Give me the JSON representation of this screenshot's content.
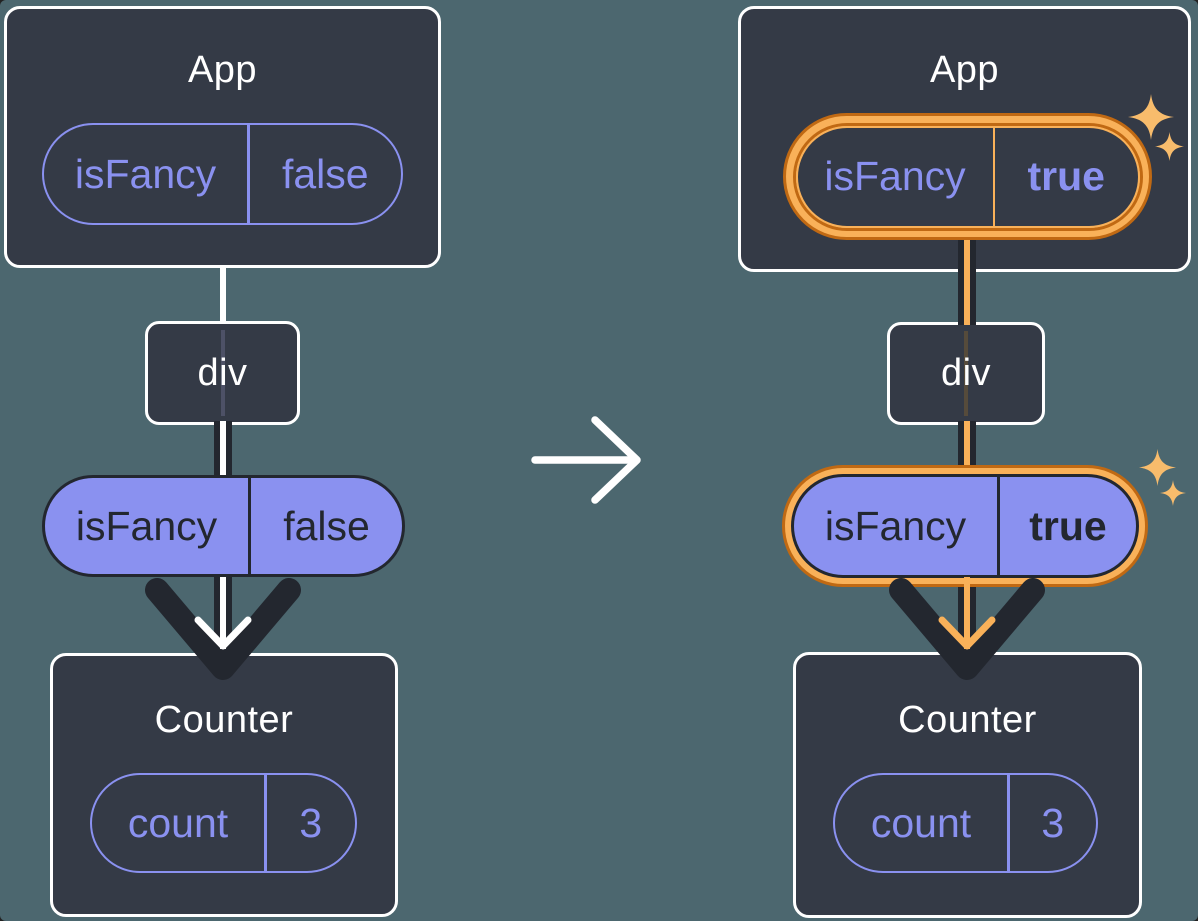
{
  "colors": {
    "background": "#4C676F",
    "box_fill": "#343A46",
    "white": "#FFFFFF",
    "dark": "#23272F",
    "purple": "#8A91F0",
    "orange_light": "#F9B159",
    "orange_dark": "#C06913",
    "sparkle": "#F8BC6C",
    "faint_purple": "#4D5166",
    "faint_brown": "#564B3B"
  },
  "icons": {
    "transition": "right-arrow-icon",
    "flow": "down-arrow-icon",
    "highlight": "sparkle-icon"
  },
  "trees": [
    {
      "side": "before",
      "app": {
        "title": "App",
        "state": {
          "name": "isFancy",
          "value": "false"
        }
      },
      "div_node": {
        "label": "div"
      },
      "passed_prop": {
        "name": "isFancy",
        "value": "false"
      },
      "counter": {
        "title": "Counter",
        "state": {
          "name": "count",
          "value": "3"
        }
      }
    },
    {
      "side": "after",
      "app": {
        "title": "App",
        "state": {
          "name": "isFancy",
          "value": "true"
        }
      },
      "div_node": {
        "label": "div"
      },
      "passed_prop": {
        "name": "isFancy",
        "value": "true"
      },
      "counter": {
        "title": "Counter",
        "state": {
          "name": "count",
          "value": "3"
        }
      }
    }
  ]
}
